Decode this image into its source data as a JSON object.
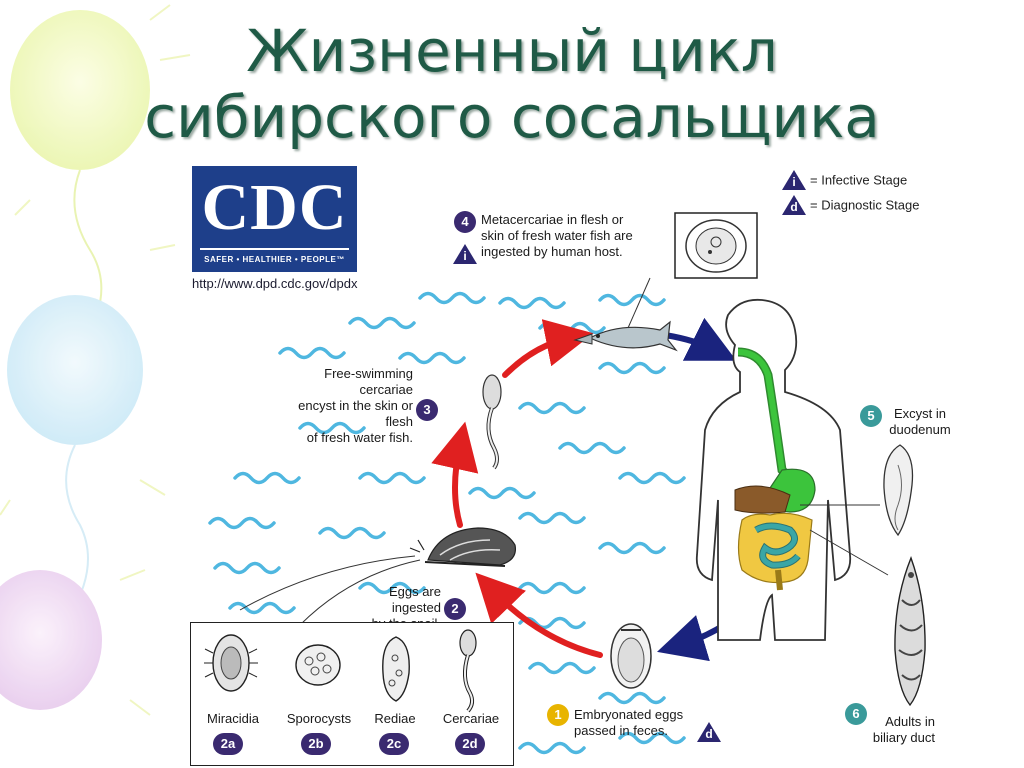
{
  "title": {
    "line1": "Жизненный цикл",
    "line2": "сибирского сосальщика"
  },
  "logo": {
    "letters": "CDC",
    "tagline": "SAFER • HEALTHIER • PEOPLE™",
    "url": "http://www.dpd.cdc.gov/dpdx"
  },
  "legend": {
    "infective": {
      "symbol": "i",
      "text": "= Infective Stage"
    },
    "diagnostic": {
      "symbol": "d",
      "text": "= Diagnostic Stage"
    }
  },
  "steps": {
    "s1": {
      "num": "1",
      "line1": "Embryonated eggs",
      "line2": "passed in feces.",
      "marker": "d"
    },
    "s2": {
      "num": "2",
      "line1": "Eggs are ingested",
      "line2": "by the snail."
    },
    "s3": {
      "num": "3",
      "line1": "Free-swimming cercariae",
      "line2": "encyst in the skin or flesh",
      "line3": "of fresh water fish."
    },
    "s4": {
      "num": "4",
      "line1": "Metacercariae in flesh or",
      "line2": "skin of fresh water fish are",
      "line3": "ingested by human host.",
      "marker": "i"
    },
    "s5": {
      "num": "5",
      "line1": "Excyst in",
      "line2": "duodenum"
    },
    "s6": {
      "num": "6",
      "line1": "Adults in",
      "line2": "biliary duct"
    }
  },
  "substages": [
    {
      "name": "Miracidia",
      "code": "2a"
    },
    {
      "name": "Sporocysts",
      "code": "2b"
    },
    {
      "name": "Rediae",
      "code": "2c"
    },
    {
      "name": "Cercariae",
      "code": "2d"
    }
  ],
  "colors": {
    "title": "#1f5a46",
    "cycle_arrow": "#e02020",
    "human_arrow": "#1a237e",
    "water": "#4fb7e0",
    "badge_purple": "#3a2a70",
    "badge_teal": "#3a9a9a",
    "badge_yellow": "#e8b400",
    "digestive_green": "#3cc43c",
    "intestine_yellow": "#f0c842",
    "intestine_teal": "#3aa6a6",
    "liver": "#8a5a2a"
  }
}
